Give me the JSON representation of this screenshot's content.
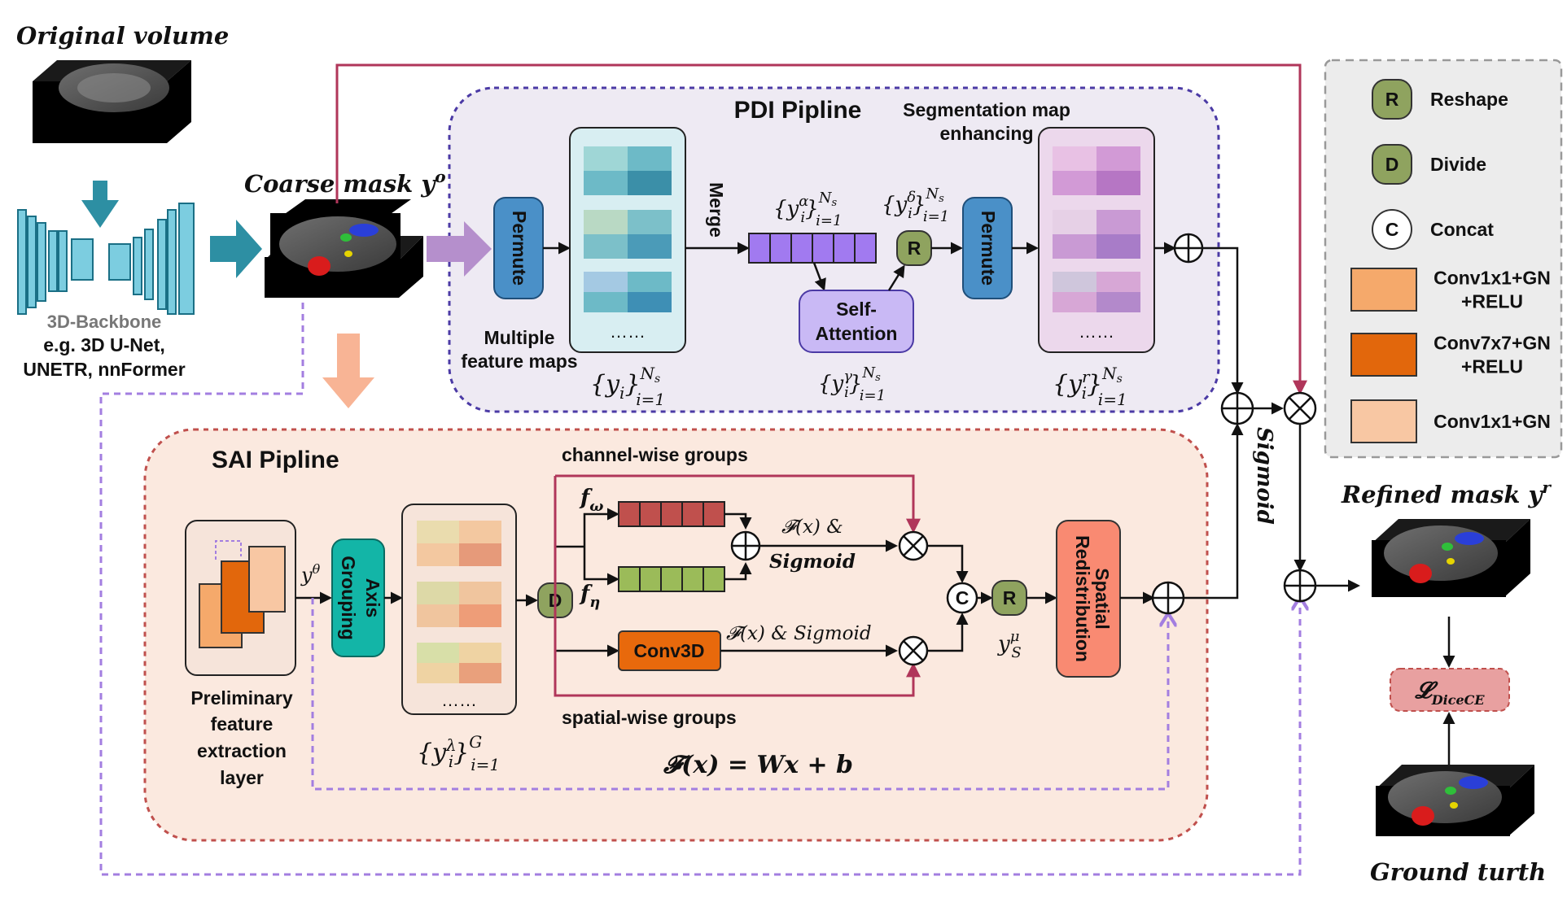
{
  "title_original": "Original volume",
  "backbone": {
    "title": "3D-Backbone",
    "line1": "e.g. 3D U-Net,",
    "line2": "UNETR, nnFormer"
  },
  "coarse": {
    "label": "Coarse mask y",
    "sup": "o"
  },
  "pdi": {
    "title": "PDI Pipline",
    "seg_line1": "Segmentation map",
    "seg_line2": "enhancing",
    "permute": "Permute",
    "merge": "Merge",
    "self_attn_1": "Self-",
    "self_attn_2": "Attention",
    "multi_1": "Multiple",
    "multi_2": "feature maps",
    "dots": "……",
    "y_i": {
      "base": "y",
      "sub": "i",
      "lower": "i=1",
      "upper": "N",
      "uppersub": "s"
    },
    "y_alpha": {
      "base": "y",
      "sup": "α",
      "sub": "i",
      "lower": "i=1",
      "upper": "N",
      "uppersub": "s"
    },
    "y_delta": {
      "base": "y",
      "sup": "δ",
      "sub": "i",
      "lower": "i=1",
      "upper": "N",
      "uppersub": "s"
    },
    "y_gamma": {
      "base": "y",
      "sup": "γ",
      "sub": "i",
      "lower": "i=1",
      "upper": "N",
      "uppersub": "s"
    },
    "y_r": {
      "base": "y",
      "sup": "r",
      "sub": "i",
      "lower": "i=1",
      "upper": "N",
      "uppersub": "s"
    }
  },
  "sai": {
    "title": "SAI Pipline",
    "channel_groups": "channel-wise groups",
    "spatial_groups": "spatial-wise groups",
    "prelim": [
      "Preliminary",
      "feature",
      "extraction",
      "layer"
    ],
    "axis_1": "Axis",
    "axis_2": "Grouping",
    "conv3d": "Conv3D",
    "spatial_1": "Spatial",
    "spatial_2": "Redistribution",
    "f_omega": {
      "base": "f",
      "sub": "ω"
    },
    "f_eta": {
      "base": "f",
      "sub": "η"
    },
    "fx_sig_1": "𝓕(x) &",
    "fx_sig_2": "Sigmoid",
    "fx_sig_3": "𝓕(x) & Sigmoid",
    "formula": "𝓕(x) = Wx + b",
    "y_theta": {
      "base": "y",
      "sup": "θ"
    },
    "y_mu": {
      "base": "y",
      "sup": "μ",
      "sub": "S"
    },
    "y_lambda": {
      "base": "y",
      "sup": "λ",
      "sub": "i",
      "lower": "i=1",
      "upper": "G"
    },
    "dots": "……"
  },
  "ops": {
    "reshape": "R",
    "divide": "D",
    "concat": "C"
  },
  "sigmoid_vertical": "Sigmoid",
  "refined": {
    "label": "Refined mask y",
    "sup": "r"
  },
  "loss": {
    "base": "𝓛",
    "sub": "DiceCE"
  },
  "ground_truth": "Ground turth",
  "legend": [
    {
      "symbol": "R",
      "label": "Reshape",
      "kind": "circle",
      "color": "#8fa35f"
    },
    {
      "symbol": "D",
      "label": "Divide",
      "kind": "circle",
      "color": "#8fa35f"
    },
    {
      "symbol": "C",
      "label": "Concat",
      "kind": "circle",
      "color": "#ffffff"
    },
    {
      "label": "Conv1x1+GN\n+RELU",
      "kind": "box",
      "color": "#f5a96b"
    },
    {
      "label": "Conv7x7+GN\n+RELU",
      "kind": "box",
      "color": "#e2670c"
    },
    {
      "label": "Conv1x1+GN",
      "kind": "box",
      "color": "#f8c7a3"
    }
  ],
  "colors": {
    "teal": "#2d8fa3",
    "purple_dash": "#a37ee0",
    "crimson": "#b0365a",
    "pdi_border": "#4b3aa5",
    "sai_border": "#c0504d",
    "sai_fill": "#fbe9df",
    "pdi_fill": "#eeeaf3",
    "permute": "#4a90c8",
    "self_attn": "#c9b9f5",
    "axis": "#13b5a7",
    "conv3d": "#e8690c",
    "spatial": "#f98a72",
    "loss": "#e8a0a0"
  }
}
